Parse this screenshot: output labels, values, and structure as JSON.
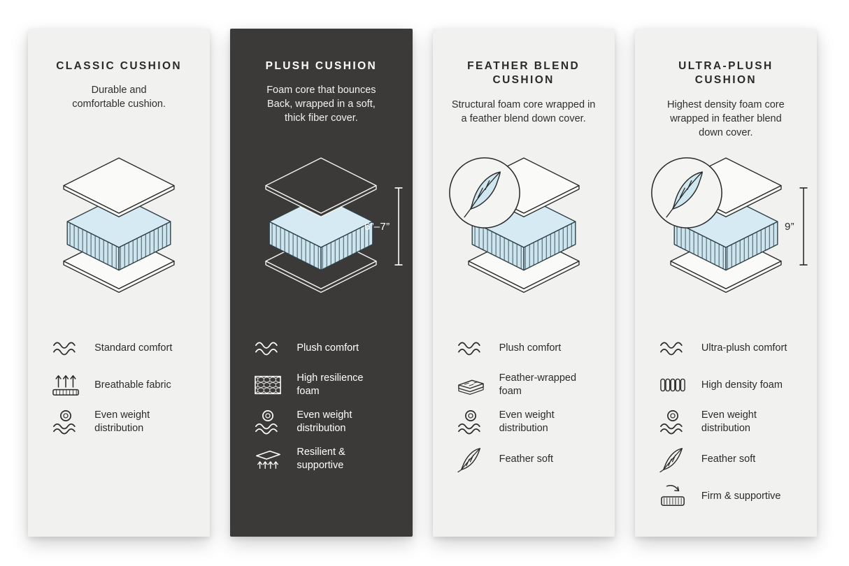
{
  "colors": {
    "page_background": "#ffffff",
    "card_light": "#f1f1ef",
    "card_dark": "#3b3a38",
    "foam_blue_top": "#d5eaf2",
    "foam_blue_side": "#cde5ef",
    "outline_dark": "#2b2b2b",
    "outline_light": "#f5f5f4"
  },
  "cards": [
    {
      "id": "classic-cushion",
      "theme": "light",
      "title": "CLASSIC CUSHION",
      "description": "Durable and\ncomfortable cushion.",
      "illustration": "cushion-layers-icon",
      "features": [
        {
          "icon": "waves-icon",
          "label": "Standard comfort"
        },
        {
          "icon": "breathable-icon",
          "label": "Breathable fabric"
        },
        {
          "icon": "even-weight-icon",
          "label": "Even weight\ndistribution"
        }
      ]
    },
    {
      "id": "plush-cushion",
      "theme": "dark",
      "title": "PLUSH CUSHION",
      "description": "Foam core that bounces\nBack, wrapped in a soft,\nthick fiber cover.",
      "illustration": "cushion-layers-icon",
      "height_label": "6”–7”",
      "features": [
        {
          "icon": "waves-icon",
          "label": "Plush comfort"
        },
        {
          "icon": "honeycomb-icon",
          "label": "High resilience\nfoam"
        },
        {
          "icon": "even-weight-icon",
          "label": "Even weight\ndistribution"
        },
        {
          "icon": "resilient-icon",
          "label": "Resilient &\nsupportive"
        }
      ]
    },
    {
      "id": "feather-blend-cushion",
      "theme": "light",
      "title": "FEATHER BLEND\nCUSHION",
      "description": "Structural foam core wrapped in\na feather blend down cover.",
      "illustration": "cushion-layers-icon",
      "badge": "feather-badge-icon",
      "features": [
        {
          "icon": "waves-icon",
          "label": "Plush comfort"
        },
        {
          "icon": "feather-foam-icon",
          "label": "Feather-wrapped\nfoam"
        },
        {
          "icon": "even-weight-icon",
          "label": "Even weight\ndistribution"
        },
        {
          "icon": "feather-icon",
          "label": "Feather soft"
        }
      ]
    },
    {
      "id": "ultra-plush-cushion",
      "theme": "light",
      "title": "ULTRA-PLUSH\nCUSHION",
      "description": "Highest density foam core\nwrapped in feather blend\ndown cover.",
      "illustration": "cushion-layers-icon",
      "badge": "feather-badge-icon",
      "height_label": "9”",
      "features": [
        {
          "icon": "waves-icon",
          "label": "Ultra-plush comfort"
        },
        {
          "icon": "foam-cells-icon",
          "label": "High density foam"
        },
        {
          "icon": "even-weight-icon",
          "label": "Even weight\ndistribution"
        },
        {
          "icon": "feather-icon",
          "label": "Feather soft"
        },
        {
          "icon": "firm-icon",
          "label": "Firm & supportive"
        }
      ]
    }
  ]
}
